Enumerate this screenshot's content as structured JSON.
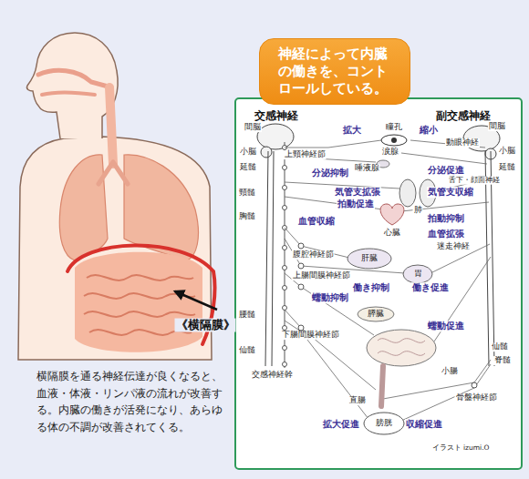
{
  "diagram": {
    "caption": "横隔膜を通る神経伝達が良くなると、血液・体液・リンパ液の流れが改善する。内臓の働きが活発になり、あらゆる体の不調が改善されてくる。",
    "nodes": [
      {
        "text": [
          "神経によって内臓の働きを、コントロールしている。"
        ]
      }
    ],
    "labels": [
      "《横隔膜》",
      "交感神経",
      "副交感神経",
      "間脳",
      "小脳",
      "延髄",
      "頸髄",
      "胸髄",
      "腰髄",
      "仙髄",
      "交感神経幹",
      "上頸神経節",
      "拡大",
      "瞳孔",
      "縮小",
      "涙腺",
      "唾液腺",
      "動眼神経",
      "分泌抑制",
      "分泌促進",
      "舌下・顔面神経",
      "肺",
      "気管支拡張",
      "気管支収縮",
      "拍動促進",
      "心臓",
      "血管収縮",
      "拍動抑制",
      "血管拡張",
      "迷走神経",
      "腹腔神経節",
      "肝臓",
      "胃",
      "上腸間膜神経節",
      "働き抑制",
      "働き促進",
      "蠕動抑制",
      "膵臓",
      "下腸間膜神経節",
      "蠕動促進",
      "延髄",
      "間脳",
      "小脳",
      "仙髄",
      "脊髄",
      "小腸",
      "骨盤神経節",
      "直腸",
      "膀胱",
      "拡大促進",
      "収縮促進",
      "イラスト izumi.O"
    ]
  }
}
